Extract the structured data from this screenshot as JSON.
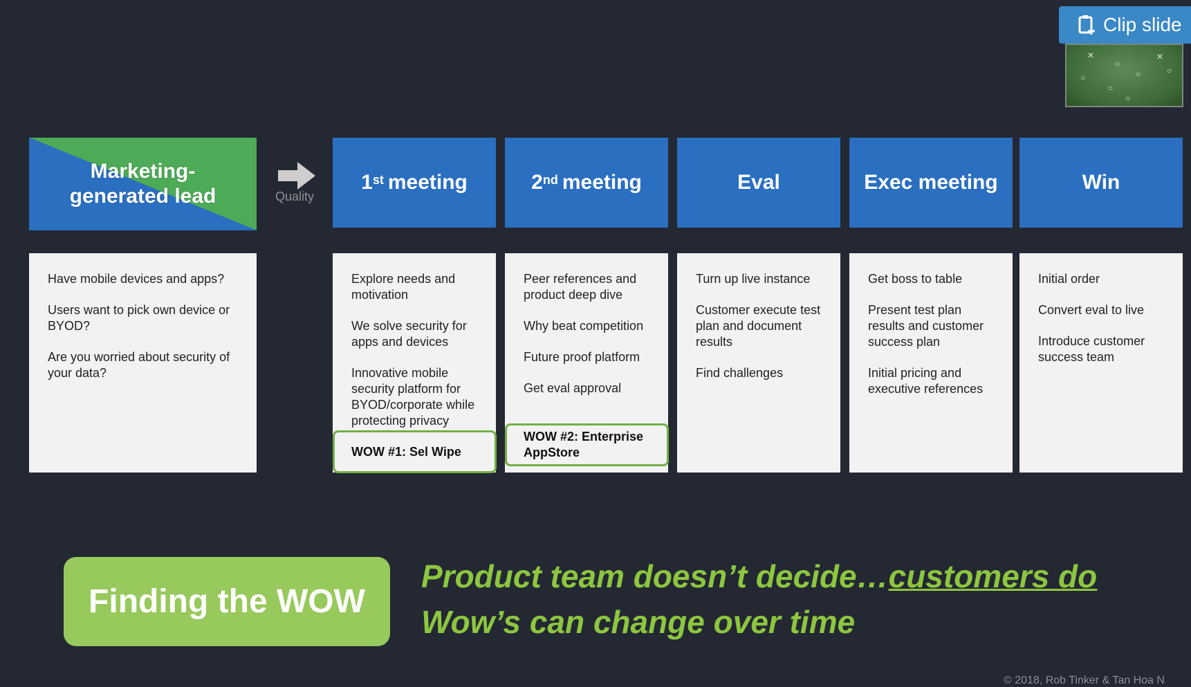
{
  "clip_button": {
    "label": "Clip slide",
    "icon": "clipboard-plus-icon"
  },
  "lead_box": {
    "label": "Marketing-generated lead",
    "line1": "Marketing-",
    "line2": "generated lead"
  },
  "transition": {
    "label": "Quality",
    "icon": "arrow-right-icon"
  },
  "stages": [
    {
      "num": "1",
      "sup": "st",
      "title": "meeting"
    },
    {
      "num": "2",
      "sup": "nd",
      "title": "meeting"
    },
    {
      "num": "",
      "sup": "",
      "title": "Eval"
    },
    {
      "num": "",
      "sup": "",
      "title": "Exec meeting"
    },
    {
      "num": "",
      "sup": "",
      "title": "Win"
    }
  ],
  "lead_items": [
    "Have mobile devices and apps?",
    "Users want to pick own device or BYOD?",
    "Are you worried about security of your data?"
  ],
  "stage_items": [
    [
      "Explore needs and motivation",
      "We solve security for apps and devices",
      "Innovative mobile security platform for BYOD/corporate while protecting privacy"
    ],
    [
      "Peer references and product deep dive",
      "Why beat competition",
      "Future proof platform",
      "Get eval approval"
    ],
    [
      "Turn up live instance",
      "Customer execute test plan and document results",
      "Find challenges"
    ],
    [
      "Get boss to table",
      "Present test plan results and customer success plan",
      "Initial pricing and executive references"
    ],
    [
      "Initial order",
      "Convert eval to live",
      "Introduce customer success team"
    ]
  ],
  "wows": {
    "wow1": "WOW #1:  Sel Wipe",
    "wow2_line1": "WOW #2:  Enterprise",
    "wow2_line2": "AppStore"
  },
  "finding_button": "Finding the WOW",
  "tagline": {
    "line1_prefix": "Product team doesn’t decide…",
    "line1_underlined": "customers do",
    "line2": "Wow’s can change over time"
  },
  "copyright": "© 2018, Rob Tinker & Tan Hoa N",
  "colors": {
    "background": "#232833",
    "blue": "#2a6fc0",
    "green": "#4daa57",
    "accent_green": "#8dc63f",
    "button_green": "#97c95c",
    "clip_blue": "#3a88c6"
  }
}
